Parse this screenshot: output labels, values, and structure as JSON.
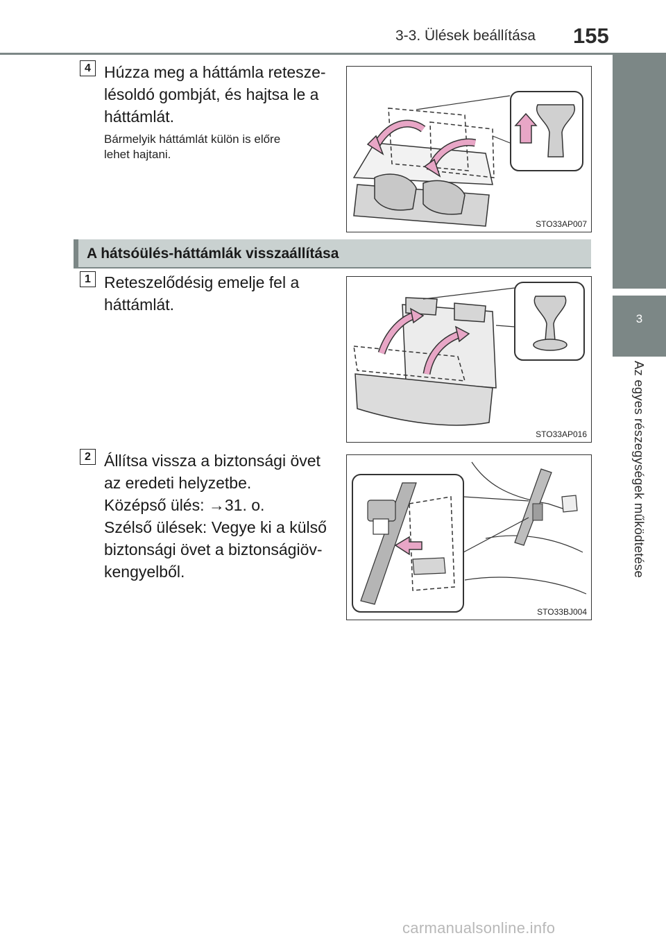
{
  "header": {
    "title": "3-3. Ülések beállítása",
    "page_number": "155"
  },
  "side_tab": {
    "chapter": "3",
    "label": "Az egyes részegységek működtetése"
  },
  "step4": {
    "number": "4",
    "lines": [
      "Húzza meg a háttámla retesze-",
      "lésoldó gombját, és hajtsa le a",
      "háttámlát."
    ],
    "note_lines": [
      "Bármelyik háttámlát külön is előre",
      "lehet hajtani."
    ],
    "figure_code": "STO33AP007"
  },
  "section": {
    "title": "A hátsóülés-háttámlák visszaállítása"
  },
  "step1": {
    "number": "1",
    "lines": [
      "Reteszelődésig emelje fel a",
      "háttámlát."
    ],
    "figure_code": "STO33AP016"
  },
  "step2": {
    "number": "2",
    "lines": [
      "Állítsa vissza a biztonsági övet",
      "az eredeti helyzetbe.",
      "Középső ülés: →31. o.",
      "Szélső ülések: Vegye ki a külső",
      "biztonsági övet a biztonságiöv-",
      "kengyelből."
    ],
    "figure_code": "STO33BJ004"
  },
  "footer": {
    "watermark": "carmanualsonline.info"
  },
  "colors": {
    "accent_gray": "#7c8786",
    "section_fill": "#c9d1d0",
    "arrow_pink": "#e8a6c6"
  }
}
